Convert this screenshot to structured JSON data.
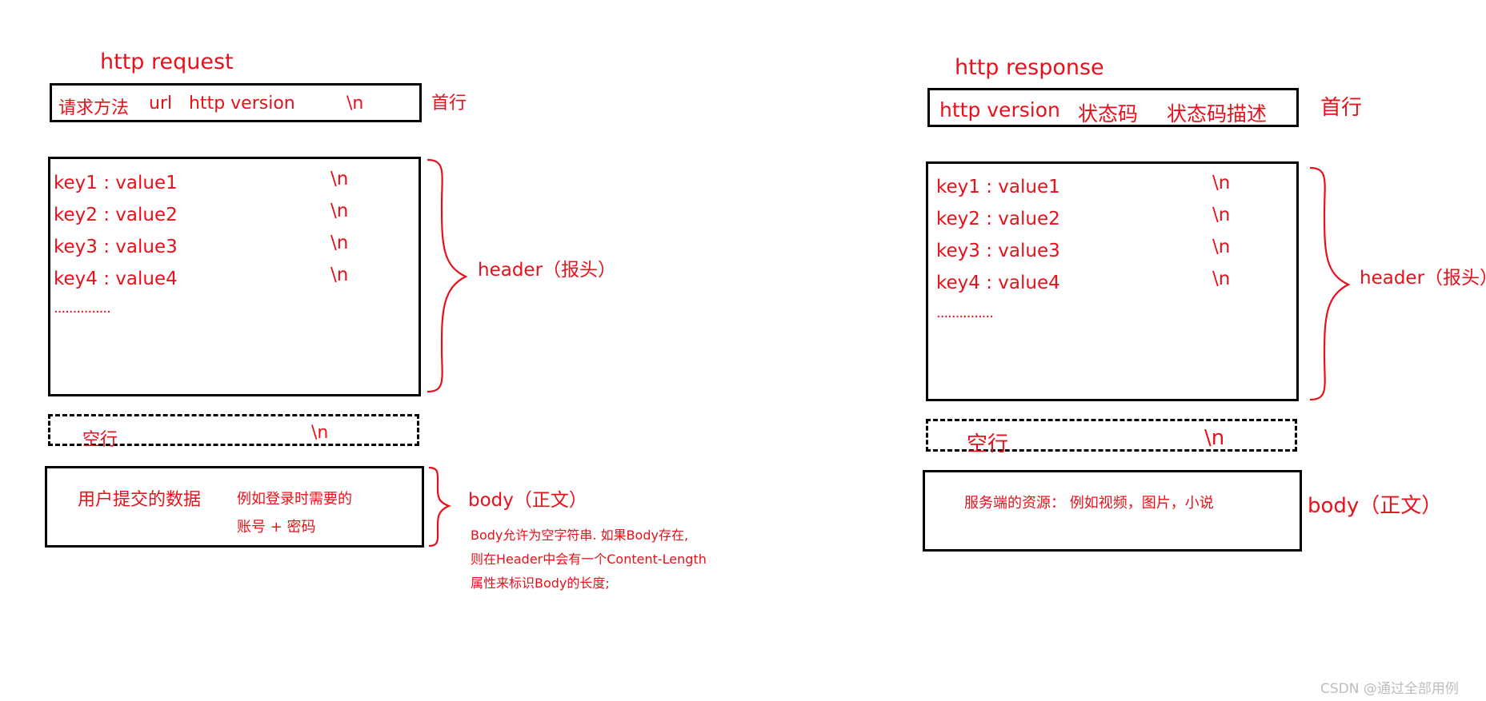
{
  "request": {
    "title": "http request",
    "first_line": {
      "method": "请求方法",
      "url": "url",
      "version": "http version",
      "newline": "\\n",
      "label": "首行"
    },
    "headers": [
      {
        "kv": "key1 : value1",
        "nl": "\\n"
      },
      {
        "kv": "key2 : value2",
        "nl": "\\n"
      },
      {
        "kv": "key3 : value3",
        "nl": "\\n"
      },
      {
        "kv": "key4 : value4",
        "nl": "\\n"
      }
    ],
    "headers_ellipsis": "...............",
    "header_label": "header（报头）",
    "blank": {
      "label": "空行",
      "nl": "\\n"
    },
    "body": {
      "text1": "用户提交的数据",
      "text2a": "例如登录时需要的",
      "text2b": "账号 + 密码",
      "label": "body（正文）"
    },
    "note": [
      "Body允许为空字符串. 如果Body存在,",
      "则在Header中会有一个Content-Length",
      "属性来标识Body的长度;"
    ]
  },
  "response": {
    "title": "http response",
    "first_line": {
      "version": "http version",
      "code": "状态码",
      "desc": "状态码描述",
      "label": "首行"
    },
    "headers": [
      {
        "kv": "key1 : value1",
        "nl": "\\n"
      },
      {
        "kv": "key2 : value2",
        "nl": "\\n"
      },
      {
        "kv": "key3 : value3",
        "nl": "\\n"
      },
      {
        "kv": "key4 : value4",
        "nl": "\\n"
      }
    ],
    "headers_ellipsis": "...............",
    "header_label": "header（报头）",
    "blank": {
      "label": "空行",
      "nl": "\\n"
    },
    "body": {
      "text": "服务端的资源：  例如视频，图片，小说",
      "label": "body（正文）"
    }
  },
  "watermark": "CSDN @通过全部用例",
  "colors": {
    "text": "#e8101a",
    "box": "#000000",
    "watermark": "#bdbdbd"
  }
}
